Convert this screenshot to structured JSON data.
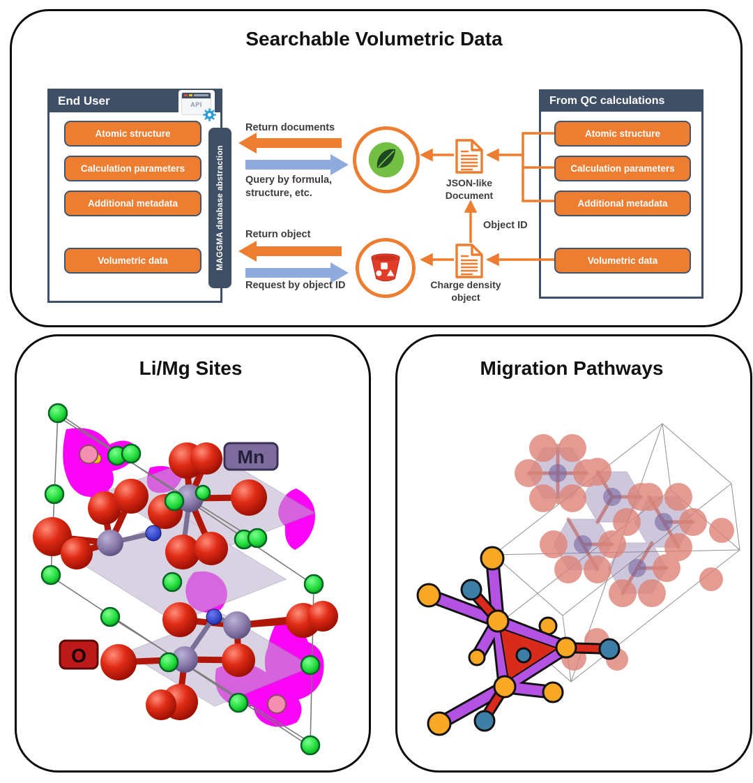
{
  "colors": {
    "accent_orange": "#ED7D31",
    "slate_header": "#3E4F66",
    "arrow_blue": "#8FAADC",
    "leaf_green": "#72BF44",
    "bucket_red": "#E23D28",
    "isosurface_magenta": "#FA05F5",
    "li_site_green": "#22DC3C",
    "oxygen_red": "#D31F0F",
    "mn_purple": "#7D6B9E",
    "pathway_purple": "#B352E3",
    "node_orange": "#F9A825",
    "node_blue": "#3D7EA6"
  },
  "top_panel": {
    "title": "Searchable Volumetric Data",
    "end_user": {
      "title": "End User",
      "api_label": "API",
      "buttons": [
        "Atomic structure",
        "Calculation parameters",
        "Additional metadata",
        "Volumetric data"
      ]
    },
    "maggma_label": "MAGGMA database abstraction",
    "qc_panel": {
      "title": "From QC calculations",
      "buttons": [
        "Atomic structure",
        "Calculation parameters",
        "Additional metadata",
        "Volumetric data"
      ]
    },
    "labels": {
      "return_documents": "Return documents",
      "query": "Query by formula, structure, etc.",
      "return_object": "Return object",
      "request": "Request by object ID",
      "object_id": "Object ID",
      "json_doc": "JSON-like Document",
      "charge_density": "Charge density object"
    }
  },
  "li_mg_panel": {
    "title": "Li/Mg Sites",
    "mn_label": "Mn",
    "o_label": "O"
  },
  "migration_panel": {
    "title": "Migration Pathways"
  }
}
